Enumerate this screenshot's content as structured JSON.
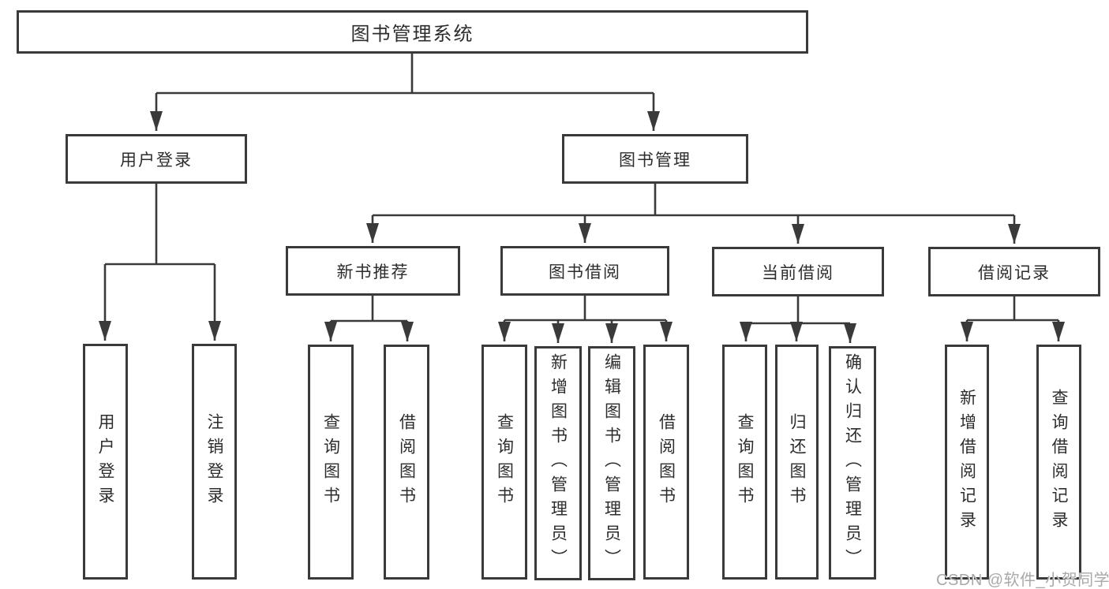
{
  "diagram": {
    "type": "hierarchy",
    "structure": {
      "图书管理系统": {
        "用户登录": [
          "用户登录",
          "注销登录"
        ],
        "图书管理": {
          "新书推荐": [
            "查询图书",
            "借阅图书"
          ],
          "图书借阅": [
            "查询图书",
            "新增图书（管理员）",
            "编辑图书（管理员）",
            "借阅图书"
          ],
          "当前借阅": [
            "查询图书",
            "归还图书",
            "确认归还（管理员）"
          ],
          "借阅记录": [
            "新增借阅记录",
            "查询借阅记录"
          ]
        }
      }
    }
  },
  "nodes": {
    "root": {
      "label": "图书管理系统"
    },
    "user_login": {
      "label": "用户登录"
    },
    "book_management": {
      "label": "图书管理"
    },
    "new_book_recommend": {
      "label": "新书推荐"
    },
    "book_borrowing": {
      "label": "图书借阅"
    },
    "current_borrowing": {
      "label": "当前借阅"
    },
    "borrowing_records": {
      "label": "借阅记录"
    },
    "leaf_user_login": {
      "label": "用户登录"
    },
    "leaf_logout": {
      "label": "注销登录"
    },
    "leaf_query_books_1": {
      "label": "查询图书"
    },
    "leaf_borrow_books_1": {
      "label": "借阅图书"
    },
    "leaf_query_books_2": {
      "label": "查询图书"
    },
    "leaf_add_books_admin": {
      "label": "新增图书（管理员）"
    },
    "leaf_edit_books_admin": {
      "label": "编辑图书（管理员）"
    },
    "leaf_borrow_books_2": {
      "label": "借阅图书"
    },
    "leaf_query_books_3": {
      "label": "查询图书"
    },
    "leaf_return_books": {
      "label": "归还图书"
    },
    "leaf_confirm_return_admin": {
      "label": "确认归还（管理员）"
    },
    "leaf_add_borrow_record": {
      "label": "新增借阅记录"
    },
    "leaf_query_borrow_record": {
      "label": "查询借阅记录"
    }
  },
  "watermark": {
    "text": "CSDN @软件_小贺同学"
  },
  "colors": {
    "background": "#ffffff",
    "line": "#3a3a3a",
    "box_border": "#3a3a3a",
    "text": "#2d2d2d",
    "watermark": "#a9a9a9"
  }
}
